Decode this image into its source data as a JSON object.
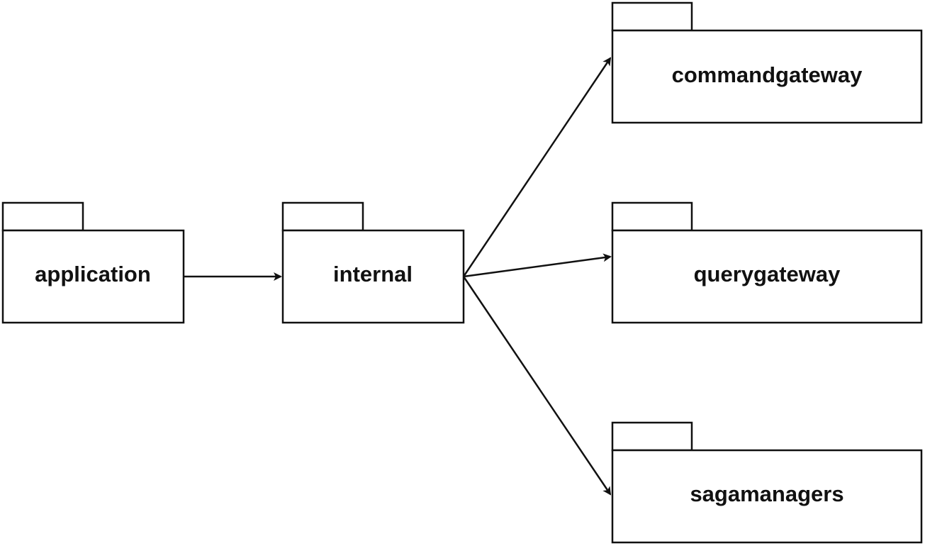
{
  "diagram": {
    "type": "uml-package-diagram",
    "colors": {
      "stroke": "#111111",
      "background": "#ffffff"
    },
    "packages": [
      {
        "id": "application",
        "label": "application"
      },
      {
        "id": "internal",
        "label": "internal"
      },
      {
        "id": "commandgateway",
        "label": "commandgateway"
      },
      {
        "id": "querygateway",
        "label": "querygateway"
      },
      {
        "id": "sagamanagers",
        "label": "sagamanagers"
      }
    ],
    "dependencies": [
      {
        "from": "application",
        "to": "internal"
      },
      {
        "from": "internal",
        "to": "commandgateway"
      },
      {
        "from": "internal",
        "to": "querygateway"
      },
      {
        "from": "internal",
        "to": "sagamanagers"
      }
    ]
  }
}
